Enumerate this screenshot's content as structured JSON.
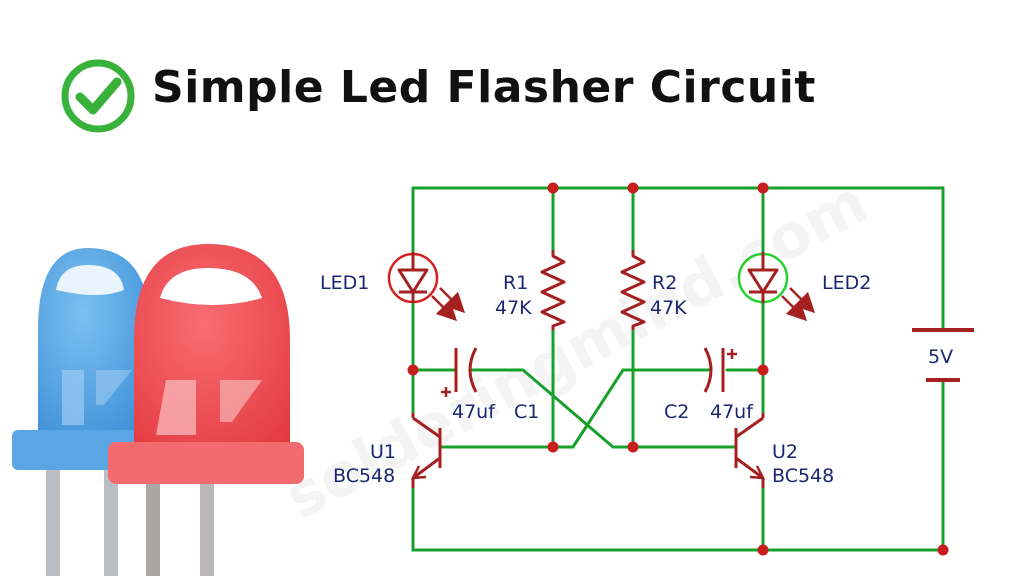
{
  "title": "Simple Led Flasher Circuit",
  "watermark": "solderingmind.com",
  "colors": {
    "wire": "#17a02a",
    "component": "#a52020",
    "node": "#c81e1e",
    "label": "#1d2670",
    "led1_ring": "#d62020",
    "led2_ring": "#25d232",
    "check": "#38b23a",
    "led_blue": "#4a9fe0",
    "led_red": "#ef4f55"
  },
  "icons": [
    "check-circle-icon",
    "blue-led-icon",
    "red-led-icon"
  ],
  "components": {
    "led1": {
      "name": "LED1"
    },
    "led2": {
      "name": "LED2"
    },
    "r1": {
      "name": "R1",
      "value": "47K"
    },
    "r2": {
      "name": "R2",
      "value": "47K"
    },
    "c1": {
      "name": "C1",
      "value": "47uf"
    },
    "c2": {
      "name": "C2",
      "value": "47uf"
    },
    "u1": {
      "name": "U1",
      "part": "BC548"
    },
    "u2": {
      "name": "U2",
      "part": "BC548"
    },
    "battery": {
      "value": "5V"
    }
  }
}
